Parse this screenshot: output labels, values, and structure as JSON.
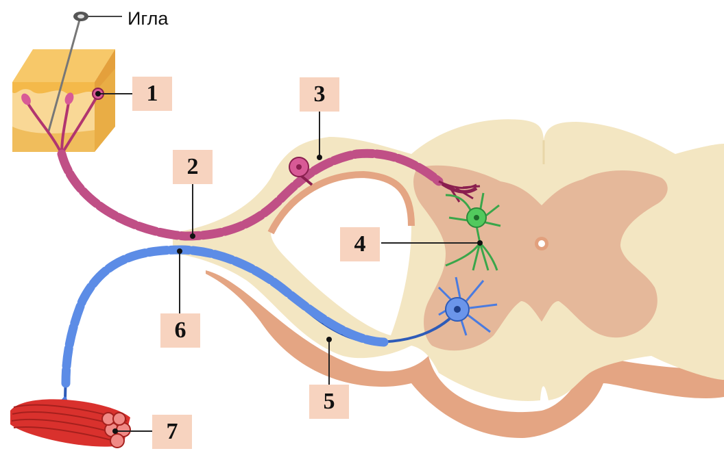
{
  "needle_label": "Игла",
  "markers": {
    "m1": "1",
    "m2": "2",
    "m3": "3",
    "m4": "4",
    "m5": "5",
    "m6": "6",
    "m7": "7"
  },
  "colors": {
    "label_box": "#f7d3bf",
    "spinal_white_matter": "#f3e6c2",
    "spinal_grey_matter": "#e5b89a",
    "spinal_edge": "#e4a583",
    "sensory_neuron": "#b1356f",
    "interneuron": "#3aa64a",
    "motor_neuron": "#4a7be0",
    "skin": "#f4c15d",
    "muscle": "#d9312d"
  }
}
